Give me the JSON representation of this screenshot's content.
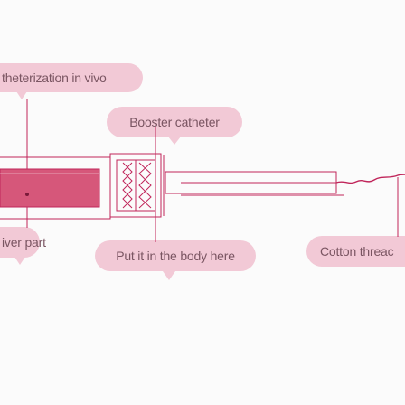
{
  "colors": {
    "bubble_fill": "#f2c9d6",
    "outline": "#c0255a",
    "core_fill": "#d6577a",
    "text": "#7a5562",
    "background": "#fbfbfb"
  },
  "labels": {
    "catheterization": "theterization in vivo",
    "booster": "Booster catheter",
    "cotton": "Cotton threac",
    "liver": "iver part",
    "put_in": "Put it in the body here"
  }
}
